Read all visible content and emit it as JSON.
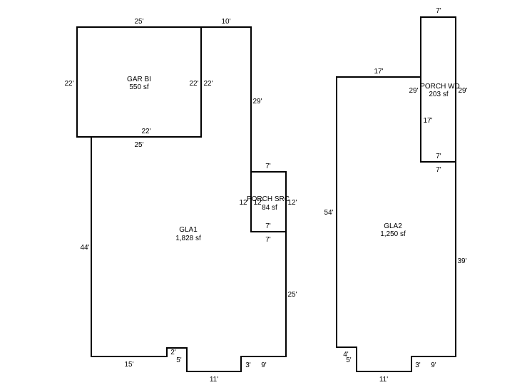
{
  "rooms": {
    "gar_bi": {
      "name": "GAR BI",
      "area": "550 sf"
    },
    "gla1": {
      "name": "GLA1",
      "area": "1,828 sf"
    },
    "porch_src": {
      "name": "PORCH SRC",
      "area": "84 sf"
    },
    "gla2": {
      "name": "GLA2",
      "area": "1,250 sf"
    },
    "porch_wd": {
      "name": "PORCH WD",
      "area": "203 sf"
    }
  },
  "dimensions": {
    "gar_top": "25'",
    "gar_left": "22'",
    "gar_right_inner": "22'",
    "gar_right_outer": "22'",
    "gar_bottom_inner": "22'",
    "gar_bottom_outer": "25'",
    "top_extension": "10'",
    "right_upper": "29'",
    "gla1_left": "44'",
    "porch_src_top": "7'",
    "porch_src_left": "12'",
    "porch_src_left_inner": "12'",
    "porch_src_right": "12'",
    "porch_src_bottom_inner": "7'",
    "porch_src_bottom_outer": "7'",
    "gla1_right_lower": "25'",
    "gla1_bottom_left": "15'",
    "gla1_notch_small": "2'",
    "gla1_notch_down": "5'",
    "gla1_bottom_mid": "11'",
    "gla1_notch_up": "3'",
    "gla1_bottom_right": "9'",
    "gla2_top": "17'",
    "porch_wd_top": "7'",
    "porch_wd_left": "29'",
    "porch_wd_right": "29'",
    "porch_wd_inner": "17'",
    "porch_wd_bottom_inner": "7'",
    "porch_wd_bottom_outer": "7'",
    "gla2_left": "54'",
    "gla2_right": "39'",
    "gla2_notch_small": "4'",
    "gla2_notch_down": "5'",
    "gla2_bottom_mid": "11'",
    "gla2_notch_up": "3'",
    "gla2_bottom_right": "9'"
  }
}
